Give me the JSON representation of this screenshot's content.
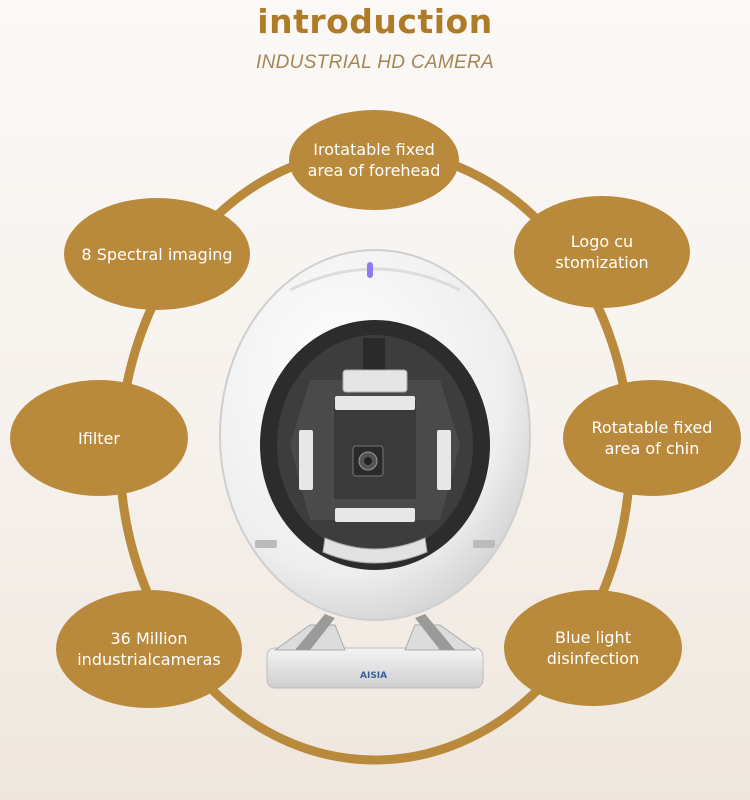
{
  "header": {
    "title": "introduction",
    "subtitle": "INDUSTRIAL HD CAMERA"
  },
  "features": [
    {
      "id": "forehead",
      "lines": [
        "Irotatable fixed",
        "area of forehead"
      ]
    },
    {
      "id": "spectral",
      "lines": [
        "8 Spectral imaging"
      ]
    },
    {
      "id": "logo",
      "lines": [
        "Logo cu",
        "stomization"
      ]
    },
    {
      "id": "filter",
      "lines": [
        "Ifilter"
      ]
    },
    {
      "id": "chin",
      "lines": [
        "Rotatable fixed",
        "area of chin"
      ]
    },
    {
      "id": "cameras",
      "lines": [
        "36 Million",
        "industrialcameras"
      ]
    },
    {
      "id": "bluelight",
      "lines": [
        "Blue light",
        "disinfection"
      ]
    }
  ],
  "device": {
    "brand_label": "AISIA",
    "indicator_color": "#8c7cf0"
  },
  "colors": {
    "accent": "#b98a3c",
    "title": "#ae7b29"
  }
}
